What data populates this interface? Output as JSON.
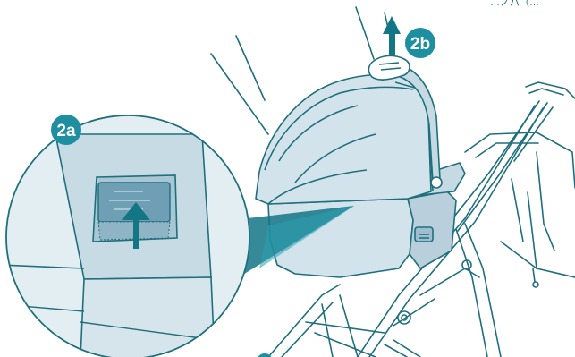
{
  "steps": {
    "step_2a": "2a",
    "step_2b": "2b"
  },
  "icons": {
    "up_arrow_release": "arrow-up-icon",
    "up_arrow_lift": "arrow-up-icon"
  },
  "colors": {
    "accent": "#1e8ea1",
    "accent_dark": "#137685",
    "line": "#1f6f7c",
    "fill_light": "#d3e3ec",
    "fill_mid": "#b9d0dc",
    "fill_dark": "#9fbdcc",
    "background": "#ffffff"
  },
  "partial_text_top_right": "…ノパ（…"
}
